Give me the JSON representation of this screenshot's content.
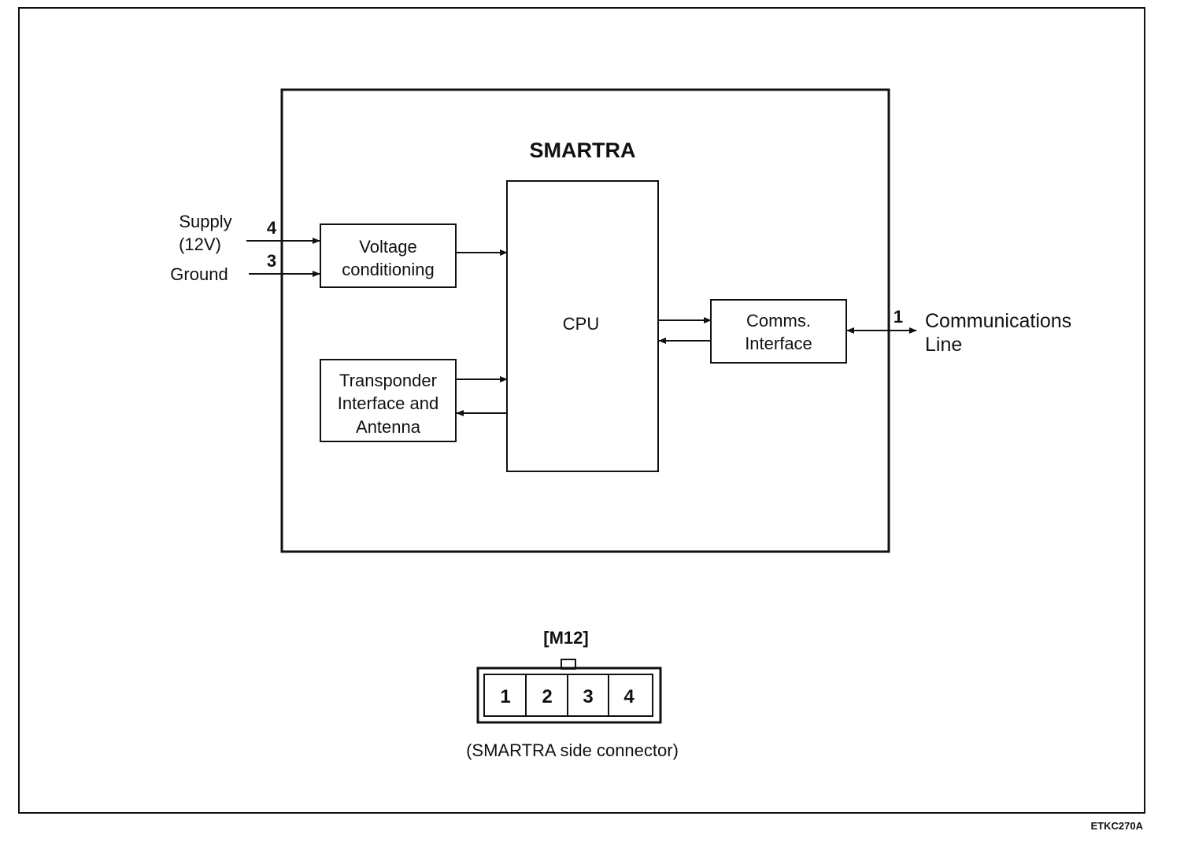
{
  "module": {
    "title": "SMARTRA"
  },
  "inputs": {
    "supply_line1": "Supply",
    "supply_line2": "(12V)",
    "supply_pin": "4",
    "ground_label": "Ground",
    "ground_pin": "3"
  },
  "blocks": {
    "voltage_line1": "Voltage",
    "voltage_line2": "conditioning",
    "cpu": "CPU",
    "transponder_line1": "Transponder",
    "transponder_line2": "Interface and",
    "transponder_line3": "Antenna",
    "comms_line1": "Comms.",
    "comms_line2": "Interface"
  },
  "output": {
    "pin": "1",
    "line1": "Communications",
    "line2": "Line"
  },
  "connector": {
    "name": "[M12]",
    "pins": [
      "1",
      "2",
      "3",
      "4"
    ],
    "caption": "(SMARTRA side connector)"
  },
  "figure_code": "ETKC270A"
}
